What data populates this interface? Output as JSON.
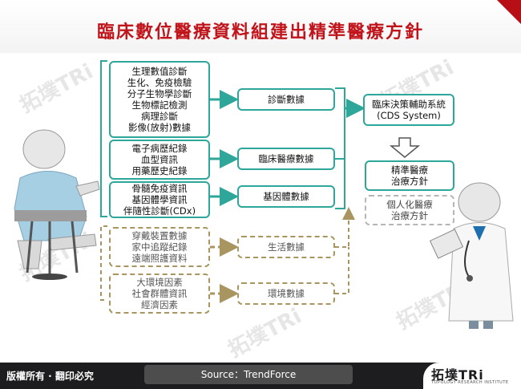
{
  "title": "臨床數位醫療資料組建出精準醫療方針",
  "watermark": {
    "main": "拓墣TRi",
    "sub": "TOPOLOGY RESEARCH INSTITUTE"
  },
  "sources": [
    {
      "id": "s1",
      "lines": [
        "生理數值診斷",
        "生化、免疫檢驗",
        "分子生物學診斷",
        "生物標記檢測",
        "病理診斷",
        "影像(放射)數據"
      ],
      "style": "solid"
    },
    {
      "id": "s2",
      "lines": [
        "電子病歷紀錄",
        "血型資訊",
        "用藥歷史紀錄"
      ],
      "style": "solid"
    },
    {
      "id": "s3",
      "lines": [
        "骨髓免疫資訊",
        "基因體學資訊",
        "伴隨性診斷(CDx)"
      ],
      "style": "solid"
    },
    {
      "id": "s4",
      "lines": [
        "穿戴裝置數據",
        "家中追蹤紀錄",
        "遠端照護資料"
      ],
      "style": "dash"
    },
    {
      "id": "s5",
      "lines": [
        "大環境因素",
        "社會群體資訊",
        "經濟因素"
      ],
      "style": "dash"
    }
  ],
  "categories": [
    {
      "id": "c1",
      "label": "診斷數據",
      "style": "solid"
    },
    {
      "id": "c2",
      "label": "臨床醫療數據",
      "style": "solid"
    },
    {
      "id": "c3",
      "label": "基因體數據",
      "style": "solid"
    },
    {
      "id": "c4",
      "label": "生活數據",
      "style": "dash"
    },
    {
      "id": "c5",
      "label": "環境數據",
      "style": "dash"
    }
  ],
  "cds": {
    "lines": [
      "臨床決策輔助系統",
      "(CDS System)"
    ]
  },
  "outcome_precision": {
    "lines": [
      "精準醫療",
      "治療方針"
    ]
  },
  "outcome_personal": {
    "lines": [
      "個人化醫療",
      "治療方針"
    ]
  },
  "colors": {
    "teal": "#2ea69a",
    "olive": "#a8955f",
    "title_red": "#c0131a",
    "footer": "#1d1d1f"
  },
  "footer": {
    "rights": "版權所有 · 翻印必究",
    "source": "Source：TrendForce",
    "logo_main": "拓墣TRi",
    "logo_sub": "TOPOLOGY RESEARCH INSTITUTE"
  }
}
